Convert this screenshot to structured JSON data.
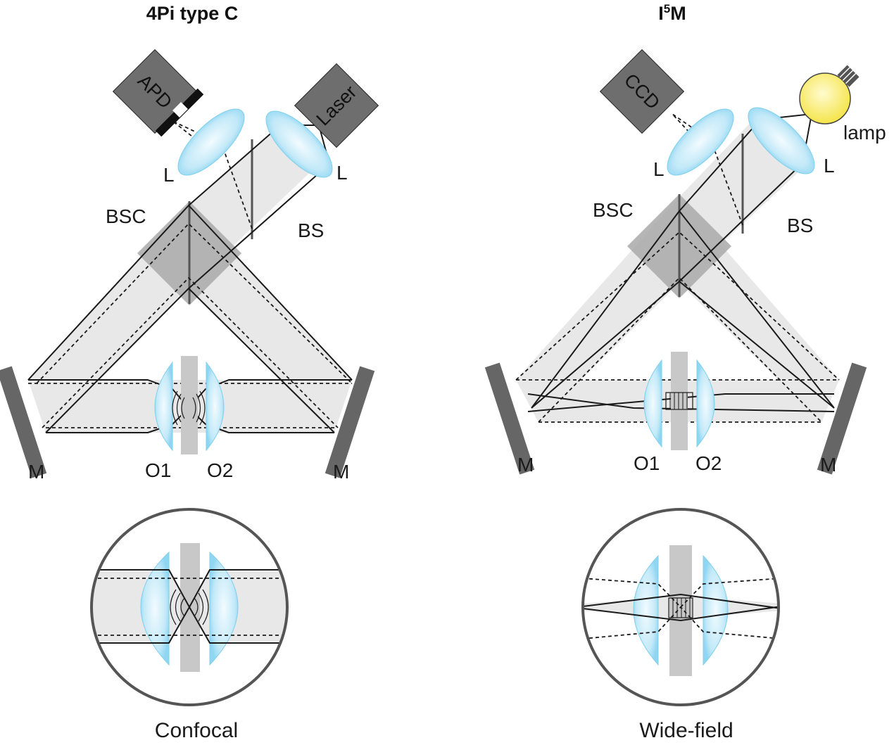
{
  "panels": {
    "left": {
      "title": "4Pi type C",
      "detector": "APD",
      "source": "Laser",
      "lens_left": "L",
      "lens_right": "L",
      "beam_splitter_cube": "BSC",
      "beam_splitter": "BS",
      "mirror_left": "M",
      "mirror_right": "M",
      "objective_1": "O1",
      "objective_2": "O2",
      "caption": "Confocal"
    },
    "right": {
      "title_main": "I",
      "title_sup": "5",
      "title_end": "M",
      "detector": "CCD",
      "source": "lamp",
      "lens_left": "L",
      "lens_right": "L",
      "beam_splitter_cube": "BSC",
      "beam_splitter": "BS",
      "mirror_left": "M",
      "mirror_right": "M",
      "objective_1": "O1",
      "objective_2": "O2",
      "caption": "Wide-field"
    }
  },
  "colors": {
    "lens": "#bfe6f6",
    "beam": "#e8e8e8",
    "box": "#6e6e6e",
    "mirror": "#666666",
    "cube": "#a9a9a9",
    "sample": "#c8c8c8",
    "lamp": "#fbf07a"
  }
}
